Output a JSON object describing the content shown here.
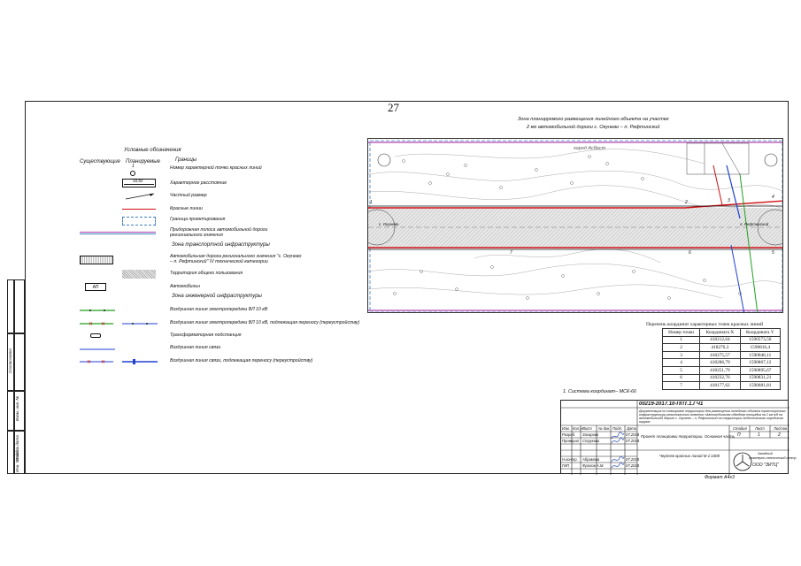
{
  "page_number": "27",
  "title": {
    "line1": "Зона планируемого размещения линейного объекта на участке",
    "line2": "2 км автомобильной дороги с. Окунево – п. Рефтинский"
  },
  "legend": {
    "heading": "Условные обозначения",
    "col_existing": "Существующие",
    "col_planned": "Планируемые",
    "col_borders": "Границы",
    "items": [
      {
        "label": "Номер характерной точки красных линий",
        "symbol": "1"
      },
      {
        "label": "Характерное расстояние",
        "symbol": "16,92"
      },
      {
        "label": "Частный размер"
      },
      {
        "label": "Красные линии"
      },
      {
        "label": "Граница проектирования"
      },
      {
        "label": "Придорожная полоса автомобильной дороги регионального значения"
      }
    ],
    "transport_heading": "Зона транспортной инфраструктуры",
    "transport_items": [
      {
        "label": "Автомобильная дорога регионального значения \"с. Окунево – п. Рефтинский\" IV технической категории"
      },
      {
        "label": "Территория общего пользования"
      },
      {
        "label": "Автомобильн",
        "symbol": "АП"
      }
    ],
    "engineering_heading": "Зона инженерной инфраструктуры",
    "engineering_items": [
      {
        "label": "Воздушная линия электропередачи ВЛ 10 кВ"
      },
      {
        "label": "Воздушная линия электропередачи ВЛ 10 кВ, подлежащая переносу (переустройству)"
      },
      {
        "label": "Трансформаторная подстанция"
      },
      {
        "label": "Воздушная линия связи"
      },
      {
        "label": "Воздушная линия связи, подлежащая переносу (переустройству)"
      }
    ]
  },
  "map": {
    "place_label": "город Асбест",
    "road_left": "с. Окунево",
    "road_right": "п. Рефтинский",
    "point_labels": [
      "1",
      "2",
      "3",
      "4",
      "5",
      "6",
      "7"
    ]
  },
  "coords_table": {
    "caption": "Перечень координат характерных точек красных линий",
    "headers": [
      "Номер точки",
      "Координата X",
      "Координата Y"
    ],
    "rows": [
      [
        "1",
        "418212,64",
        "1590573,50"
      ],
      [
        "2",
        "418270,3",
        "1590816,4"
      ],
      [
        "3",
        "418275,57",
        "1590846,11"
      ],
      [
        "4",
        "418286,79",
        "1590867,12"
      ],
      [
        "5",
        "418251,79",
        "1590895,67"
      ],
      [
        "6",
        "418232,76",
        "1590831,21"
      ],
      [
        "7",
        "418177,62",
        "1590681,81"
      ]
    ]
  },
  "coord_system": "1. Система координат– МСК-66",
  "stamp": {
    "code": "00219-2017.10-ППТ.1.ГЧ1",
    "description": "Документация по планировке территории для размещения линейного объекта транспортного инфраструктуры регионального значения «Автомобильная обводная площадка на 2 км а/д на автомобильной дороге с. Окунево – п. Рефтинский на территории Асбестовского городского округа»",
    "header_cells": [
      "Изм.",
      "Кол.уч.",
      "Лист",
      "№ док.",
      "Подп.",
      "Дата"
    ],
    "roles": [
      {
        "role": "Разраб.",
        "name": "Захарова",
        "date": "07.2018"
      },
      {
        "role": "Проверил",
        "name": "Струкова",
        "date": "07.2018"
      },
      {
        "role": "Н.контр.",
        "name": "Абрамова",
        "date": "07.2018"
      },
      {
        "role": "ГИП",
        "name": "Фролов А.М.",
        "date": "07.2018"
      }
    ],
    "project_title": "Проект планировки территории. Основная часть",
    "sheet_title": "Чертеж красных линий М 1:1000",
    "stage_header": "Стадия",
    "sheet_header": "Лист",
    "sheets_header": "Листов",
    "stage": "П",
    "sheet": "1",
    "sheets": "2",
    "org_line1": "Западный",
    "org_line2": "инженерно-технический центр",
    "org_name": "ООО \"ЗИТЦ\"",
    "format": "Формат А4х3"
  },
  "side_stamp": {
    "labels": [
      "Инв. № подл.",
      "Подп. и дата",
      "Взам. инв. №",
      "Согласовано"
    ]
  },
  "colors": {
    "red_line": "#d01010",
    "border_dashed": "#4080c0",
    "roadside": "#b040b0",
    "power_line": "#20a020",
    "comm_line": "#2040d0"
  }
}
